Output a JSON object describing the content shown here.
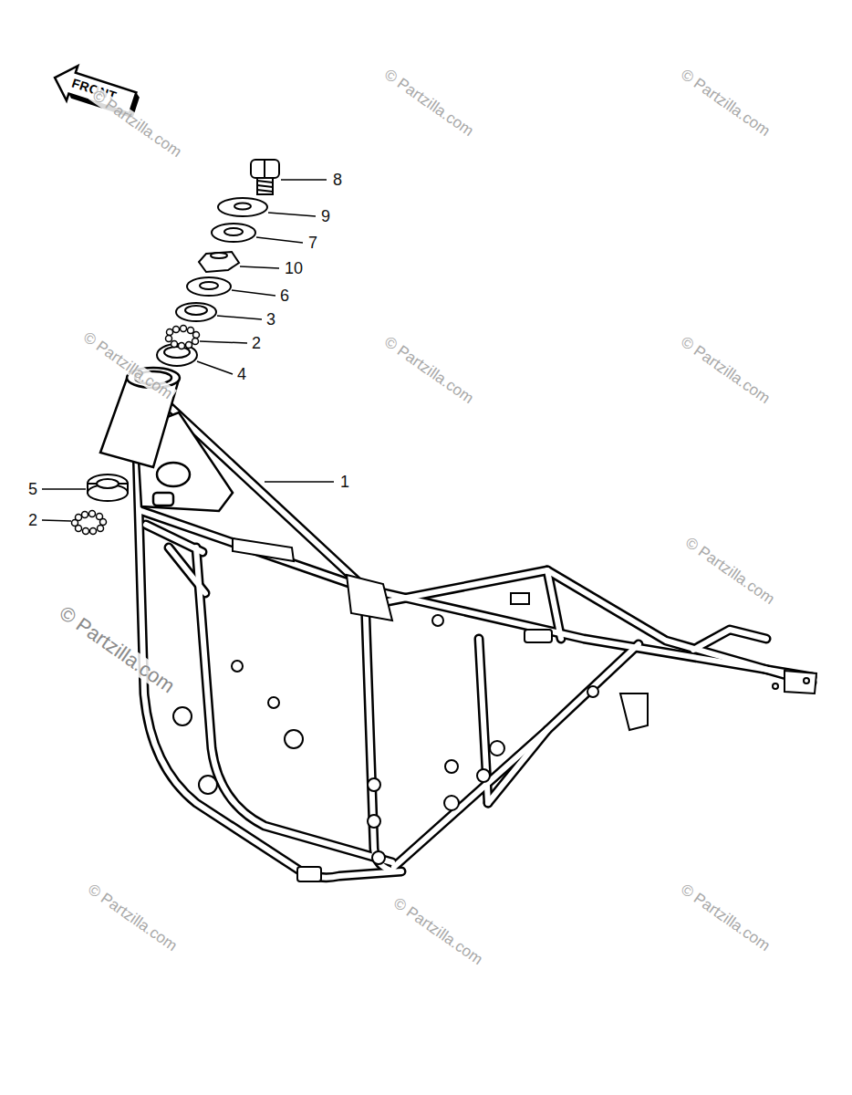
{
  "diagram": {
    "labels": [
      "FRONT",
      "8",
      "9",
      "7",
      "10",
      "6",
      "3",
      "2",
      "4",
      "1",
      "5",
      "2",
      "© Partzilla.com",
      "© Partzilla.com",
      "© Partzilla.com",
      "© Partzilla.com",
      "© Partzilla.com",
      "© Partzilla.com",
      "© Partzilla.com",
      "© Partzilla.com",
      "© Partzilla.com",
      "© Partzilla.com",
      "© Partzilla.com"
    ]
  }
}
